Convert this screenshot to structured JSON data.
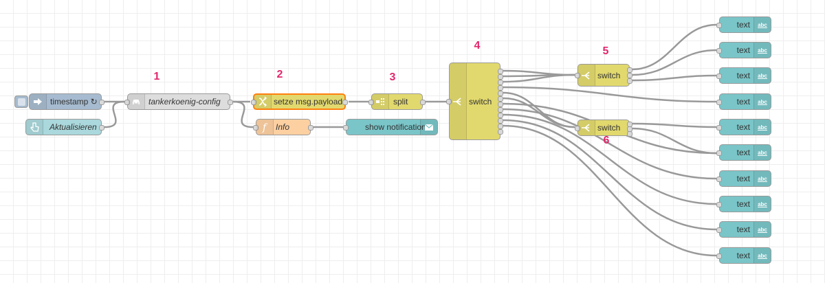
{
  "canvas": {
    "background": "#ffffff",
    "grid_color": "#eeeeee",
    "wire_color": "#999999"
  },
  "annotations": [
    "1",
    "2",
    "3",
    "4",
    "5",
    "6"
  ],
  "annotation_color": "#e3266c",
  "nodes": {
    "timestamp": {
      "label": "timestamp ↻",
      "color": "#a6bbcf",
      "icon": "inject-arrow-icon"
    },
    "aktualisieren": {
      "label": "Aktualisieren",
      "color": "#aad8dc",
      "icon": "hand-pointer-icon"
    },
    "config": {
      "label": "tankerkoenig-config",
      "color": "#dddddd",
      "icon": "car-icon"
    },
    "payload": {
      "label": "setze msg.payload",
      "color": "#e2d96e",
      "border": "#ff7f0e",
      "icon": "change-icon"
    },
    "info": {
      "label": "Info",
      "color": "#fdd0a2",
      "icon": "function-icon"
    },
    "notification": {
      "label": "show notification",
      "color": "#7ac5c8",
      "icon": "envelope-icon"
    },
    "split": {
      "label": "split",
      "color": "#e2d96e",
      "icon": "split-icon"
    },
    "switch_main": {
      "label": "switch",
      "color": "#e2d96e",
      "icon": "switch-icon"
    },
    "switch5": {
      "label": "switch",
      "color": "#e2d96e",
      "icon": "switch-icon"
    },
    "switch6": {
      "label": "switch",
      "color": "#e2d96e",
      "icon": "switch-icon"
    },
    "text_nodes": [
      "text",
      "text",
      "text",
      "text",
      "text",
      "text",
      "text",
      "text",
      "text",
      "text"
    ],
    "text_icon_label": "abc",
    "text_color": "#7ac5c8"
  }
}
